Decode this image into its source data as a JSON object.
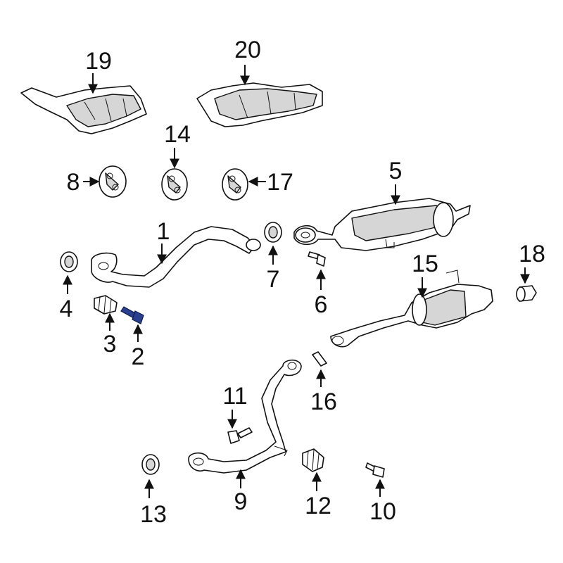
{
  "callouts": {
    "c1": "1",
    "c2": "2",
    "c3": "3",
    "c4": "4",
    "c5": "5",
    "c6": "6",
    "c7": "7",
    "c8": "8",
    "c9": "9",
    "c10": "10",
    "c11": "11",
    "c12": "12",
    "c13": "13",
    "c14": "14",
    "c15": "15",
    "c16": "16",
    "c17": "17",
    "c18": "18",
    "c19": "19",
    "c20": "20"
  },
  "colors": {
    "line": "#111111",
    "highlight": "#2a3f8f",
    "shade": "#d6d6d6"
  },
  "highlighted_part": "2"
}
